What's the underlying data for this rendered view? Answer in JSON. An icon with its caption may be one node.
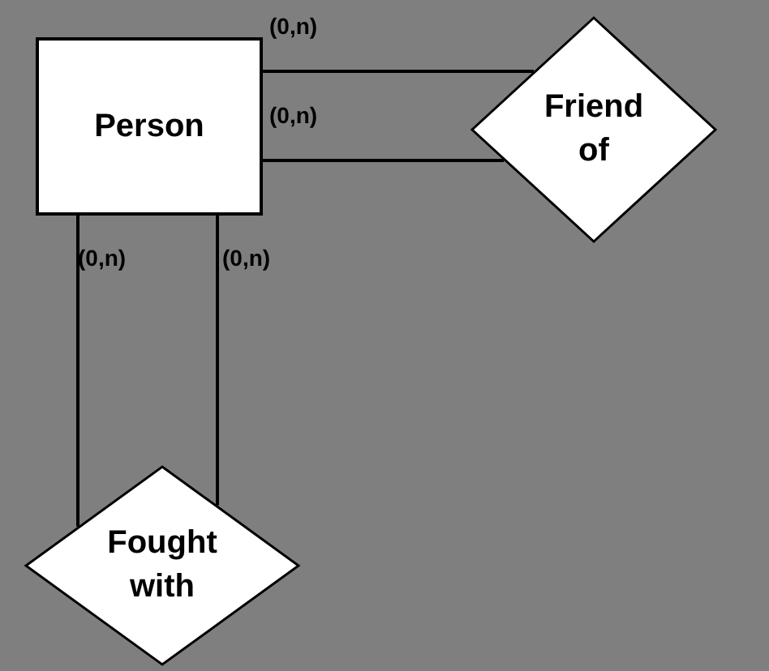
{
  "diagram": {
    "nodes": [
      {
        "text": [
          "Person"
        ]
      },
      {
        "text": [
          "Friend of"
        ]
      },
      {
        "text": [
          "Fought with"
        ]
      }
    ],
    "edges": [
      {
        "from": 0,
        "to": 1,
        "arrow": "none",
        "label": "(0,n)"
      },
      {
        "from": 0,
        "to": 1,
        "arrow": "none",
        "label": "(0,n)"
      },
      {
        "from": 0,
        "to": 2,
        "arrow": "none",
        "label": "(0,n)"
      },
      {
        "from": 0,
        "to": 2,
        "arrow": "none",
        "label": "(0,n)"
      }
    ]
  }
}
